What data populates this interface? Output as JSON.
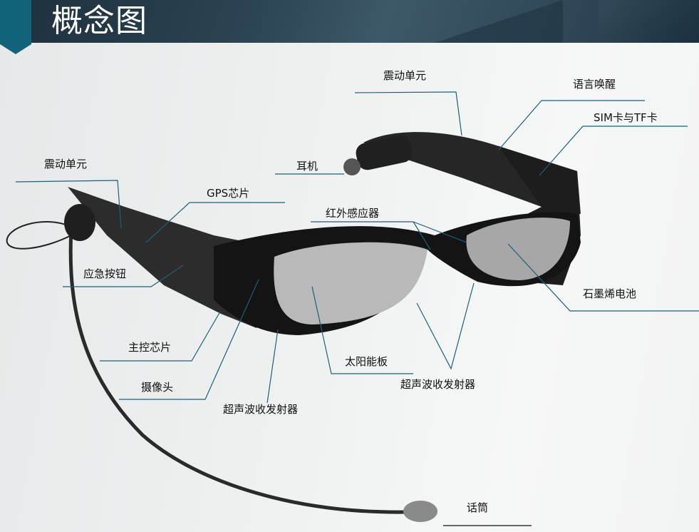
{
  "header": {
    "title": "概念图"
  },
  "colors": {
    "ribbon": "#12637a",
    "leader_line": "#1f5f78",
    "header_dark": "#223847"
  },
  "labels": [
    {
      "id": "vibration-right",
      "text": "震动单元"
    },
    {
      "id": "voice-wake",
      "text": "语言唤醒"
    },
    {
      "id": "sim-tf",
      "text": "SIM卡与TF卡"
    },
    {
      "id": "vibration-left",
      "text": "震动单元"
    },
    {
      "id": "earphone",
      "text": "耳机"
    },
    {
      "id": "gps",
      "text": "GPS芯片"
    },
    {
      "id": "infrared",
      "text": "红外感应器"
    },
    {
      "id": "emergency-button",
      "text": "应急按钮"
    },
    {
      "id": "graphene-battery",
      "text": "石墨烯电池"
    },
    {
      "id": "main-chip",
      "text": "主控芯片"
    },
    {
      "id": "solar-panel",
      "text": "太阳能板"
    },
    {
      "id": "ultrasonic-right",
      "text": "超声波收发射器"
    },
    {
      "id": "camera",
      "text": "摄像头"
    },
    {
      "id": "ultrasonic-left",
      "text": "超声波收发射器"
    },
    {
      "id": "microphone",
      "text": "话筒"
    }
  ]
}
